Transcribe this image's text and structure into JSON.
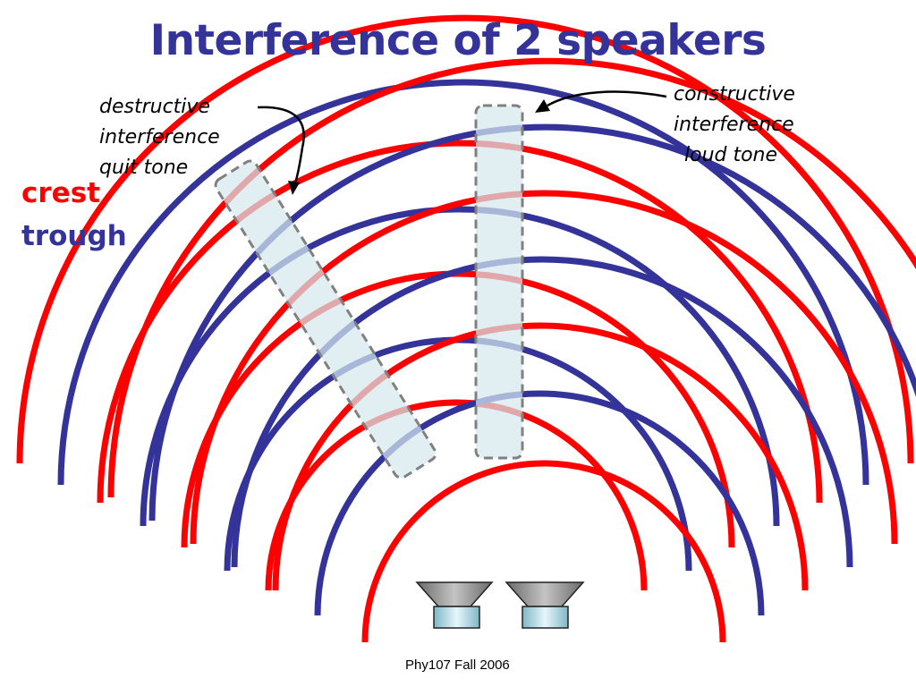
{
  "title": "Interference of 2 speakers",
  "annotations": {
    "destructive": [
      "destructive",
      "interference",
      "quit tone"
    ],
    "constructive": [
      "constructive",
      "interference",
      "loud tone"
    ]
  },
  "legend": {
    "crest": "crest",
    "trough": "trough"
  },
  "footer": "Phy107 Fall 2006",
  "colors": {
    "title": "#33339a",
    "crest": "#ff0000",
    "trough": "#33339a",
    "highlight_fill": "#d5e9ee",
    "highlight_border": "#808080"
  },
  "icons": [
    "speaker-icon-left",
    "speaker-icon-right"
  ]
}
